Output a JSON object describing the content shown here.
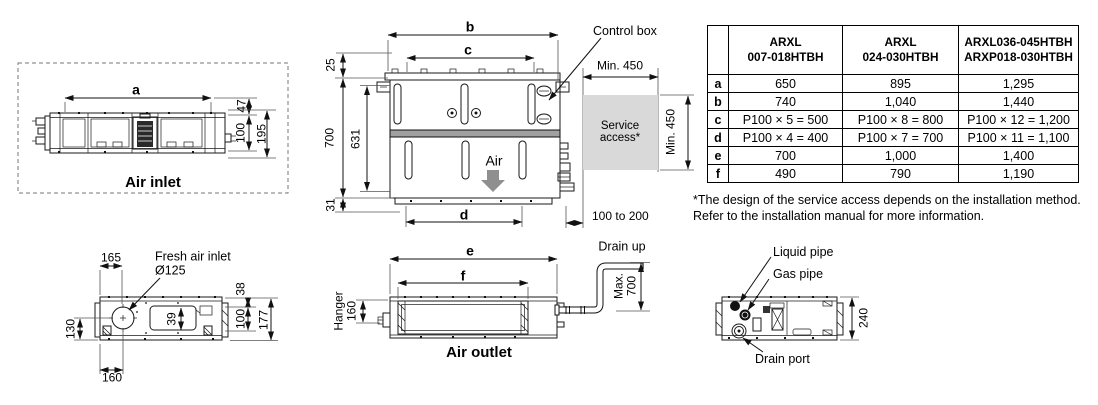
{
  "colors": {
    "service_fill": "#d9d9d9",
    "air_arrow": "#8f8f8f",
    "band_fill": "#a0a0a0"
  },
  "air_inlet_view": {
    "dim_a": "a",
    "dim_47": "47",
    "dim_100": "100",
    "dim_195": "195",
    "caption": "Air inlet"
  },
  "top_view": {
    "dim_b": "b",
    "dim_c": "c",
    "dim_25": "25",
    "dim_700": "700",
    "dim_631": "631",
    "dim_31": "31",
    "dim_d": "d",
    "air_label": "Air",
    "control_box": "Control box",
    "min_450_top": "Min. 450",
    "min_450_right": "Min. 450",
    "service_access": "Service\naccess*",
    "clearance": "100 to 200"
  },
  "spec_table": {
    "headers": [
      "",
      "ARXL\n007-018HTBH",
      "ARXL\n024-030HTBH",
      "ARXL036-045HTBH\nARXP018-030HTBH"
    ],
    "rows": [
      {
        "label": "a",
        "v": [
          "650",
          "895",
          "1,295"
        ]
      },
      {
        "label": "b",
        "v": [
          "740",
          "1,040",
          "1,440"
        ]
      },
      {
        "label": "c",
        "v": [
          "P100 × 5 = 500",
          "P100 × 8 = 800",
          "P100 × 12 = 1,200"
        ]
      },
      {
        "label": "d",
        "v": [
          "P100 × 4 = 400",
          "P100 × 7 = 700",
          "P100 × 11 = 1,100"
        ]
      },
      {
        "label": "e",
        "v": [
          "700",
          "1,000",
          "1,400"
        ]
      },
      {
        "label": "f",
        "v": [
          "490",
          "790",
          "1,190"
        ]
      }
    ],
    "footnote": "*The design of the service access depends on the installation method. Refer to the installation manual for more information."
  },
  "fresh_air_view": {
    "dim_165": "165",
    "inlet_label": "Fresh air inlet\nØ125",
    "dim_130": "130",
    "dim_160": "160",
    "dim_38": "38",
    "dim_100": "100",
    "dim_177": "177",
    "dim_39": "39"
  },
  "air_outlet_view": {
    "dim_e": "e",
    "dim_f": "f",
    "hanger": "Hanger\n160",
    "caption": "Air outlet",
    "drain_up": "Drain up",
    "max_700": "Max.\n700"
  },
  "piping_view": {
    "liquid_pipe": "Liquid pipe",
    "gas_pipe": "Gas pipe",
    "drain_port": "Drain port",
    "dim_240": "240"
  }
}
